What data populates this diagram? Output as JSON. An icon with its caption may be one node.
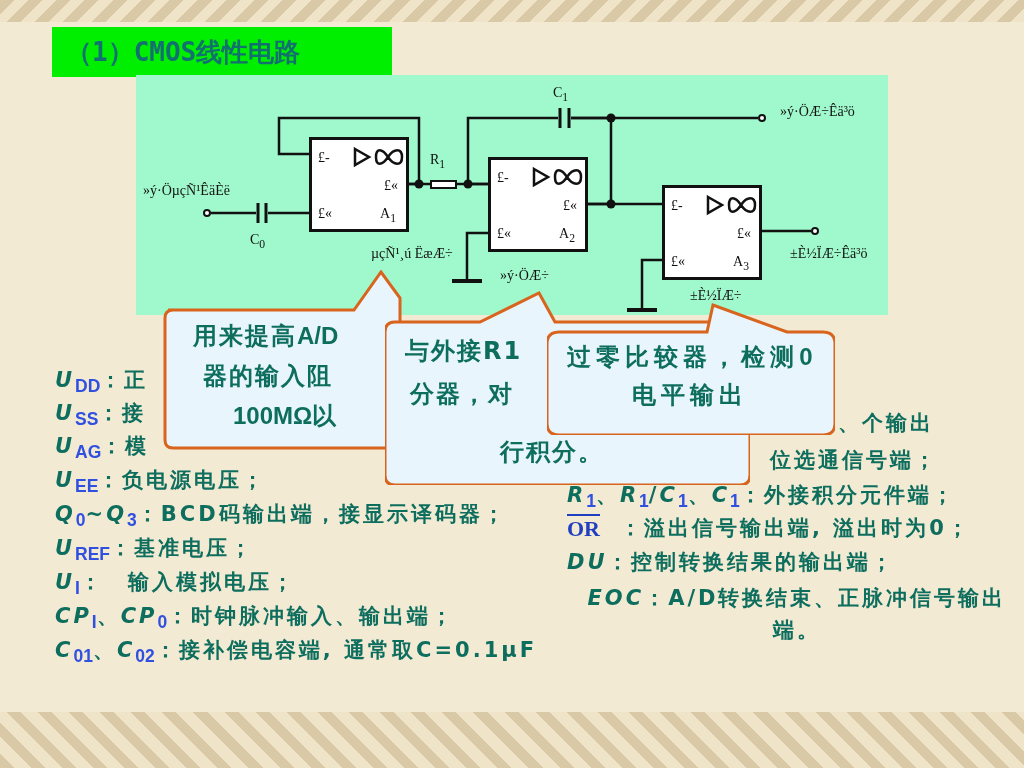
{
  "diagram": {
    "title": "（1）CMOS线性电路",
    "nodes": [
      {
        "text": [
          "£-",
          "£«",
          "£«",
          "A$_{1}$"
        ],
        "beside": [
          "µçÑ¹¸ú ËæÆ÷"
        ]
      },
      {
        "text": [
          "£-",
          "£«",
          "£«",
          "A$_{2}$"
        ],
        "beside": [
          "»ý·ÖÆ÷"
        ]
      },
      {
        "text": [
          "£-",
          "£«",
          "£«",
          "A$_{3}$"
        ],
        "beside": [
          "±È½ÏÆ÷"
        ]
      },
      {
        "text": [],
        "shape": "circle",
        "beside": [
          "»ý·ÖµçÑ¹ÊäÈë"
        ]
      },
      {
        "text": [],
        "shape": "capacitor",
        "beside": [
          "C$_{0}$"
        ]
      },
      {
        "text": [],
        "shape": "resistor",
        "beside": [
          "R$_{1}$"
        ]
      },
      {
        "text": [],
        "shape": "capacitor",
        "beside": [
          "C$_{1}$"
        ]
      },
      {
        "text": [],
        "shape": "circle",
        "beside": [
          "»ý·ÖÆ÷Êä³ö"
        ]
      },
      {
        "text": [],
        "shape": "circle",
        "beside": [
          "±È½ÏÆ÷Êä³ö"
        ]
      },
      {
        "text": [],
        "shape": "ground"
      },
      {
        "text": [],
        "shape": "ground"
      },
      {
        "text": [
          "用来提高**A/D**",
          "器的输入阻",
          "**100MΩ**以"
        ]
      },
      {
        "text": [
          "与外接R1",
          "分器，对",
          "行积分。"
        ]
      },
      {
        "text": [
          "过零比较器，检测**0**电平输出"
        ]
      }
    ],
    "edges": [
      {
        "from": 3,
        "to": 4,
        "arrow": "none"
      },
      {
        "from": 4,
        "to": 0,
        "arrow": "none"
      },
      {
        "from": 0,
        "to": 0,
        "arrow": "none"
      },
      {
        "from": 0,
        "to": 5,
        "arrow": "none"
      },
      {
        "from": 5,
        "to": 1,
        "arrow": "none"
      },
      {
        "from": 1,
        "to": 6,
        "arrow": "none"
      },
      {
        "from": 6,
        "to": 7,
        "arrow": "none"
      },
      {
        "from": 1,
        "to": 6,
        "arrow": "none"
      },
      {
        "from": 1,
        "to": 2,
        "arrow": "none"
      },
      {
        "from": 1,
        "to": 9,
        "arrow": "none"
      },
      {
        "from": 2,
        "to": 10,
        "arrow": "none"
      },
      {
        "from": 2,
        "to": 8,
        "arrow": "none"
      }
    ],
    "labels": [
      "*U*$_{DD}$：正",
      "*U*$_{SS}$：接",
      "*U*$_{AG}$：模",
      "*U*$_{EE}$：负电源电压；",
      "*Q*$_{0}$~*Q*$_{3}$：BCD码输出端，接显示译码器；",
      "*U*$_{REF}$：基准电压；",
      "*U*$_{I}$：　输入模拟电压；",
      "*CP*$_{I}$、*CP*$_{0}$：时钟脉冲输入、输出端；",
      "*C*$_{01}$、*C*$_{02}$：接补偿电容端, 通常取C=0.1μF",
      "、个输出",
      "位选通信号端；",
      "*R*$_{1}$、*R*$_{1}$/*C*$_{1}$、*C*$_{1}$：外接积分元件端；",
      "OR",
      "：溢出信号输出端, 溢出时为0；",
      "*DU*：控制转换结果的输出端；",
      "*EOC*：A/D转换结束、正脉冲信号输出端。"
    ]
  }
}
